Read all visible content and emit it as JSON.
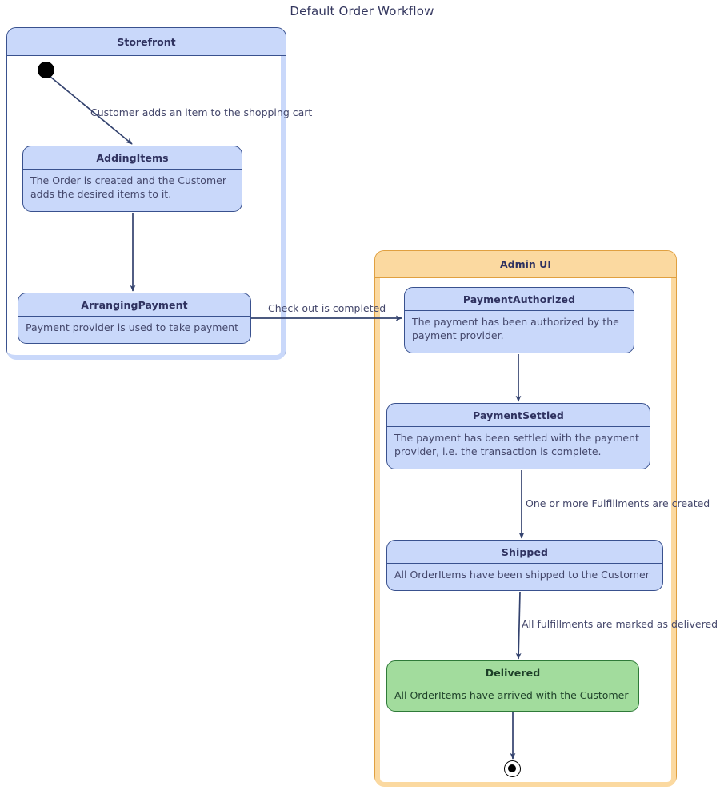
{
  "diagram": {
    "title": "Default Order Workflow",
    "type": "uml-state-machine"
  },
  "colors": {
    "storefront_header": "#c9d8fa",
    "storefront_border": "#39518e",
    "adminui_header": "#fbd9a0",
    "adminui_border": "#e0a040",
    "state_fill": "#c9d8fa",
    "state_border": "#39518e",
    "state_final_fill": "#a2dc9d",
    "state_final_border": "#2f7a39",
    "edge": "#33426e",
    "text": "#44476b",
    "title_text": "#33365e"
  },
  "containers": [
    {
      "id": "storefront",
      "label": "Storefront",
      "states": [
        "addingitems",
        "arrangingpayment"
      ]
    },
    {
      "id": "adminui",
      "label": "Admin UI",
      "states": [
        "paymentauthorized",
        "paymentsettled",
        "shipped",
        "delivered"
      ]
    }
  ],
  "states": {
    "addingitems": {
      "name": "AddingItems",
      "description": "The Order is created and the Customer adds the desired items to it.",
      "status": "normal"
    },
    "arrangingpayment": {
      "name": "ArrangingPayment",
      "description": "Payment provider is used to take payment",
      "status": "normal"
    },
    "paymentauthorized": {
      "name": "PaymentAuthorized",
      "description": "The payment has been authorized by the payment provider.",
      "status": "normal"
    },
    "paymentsettled": {
      "name": "PaymentSettled",
      "description": "The payment has been settled with the payment provider, i.e. the transaction is complete.",
      "status": "normal"
    },
    "shipped": {
      "name": "Shipped",
      "description": "All OrderItems have been shipped to the Customer",
      "status": "normal"
    },
    "delivered": {
      "name": "Delivered",
      "description": "All OrderItems have arrived with the Customer",
      "status": "final"
    }
  },
  "transitions": [
    {
      "id": "start-to-addingitems",
      "from": "start",
      "to": "addingitems",
      "label": "Customer adds an item to the shopping cart"
    },
    {
      "id": "addingitems-to-arrangingpayment",
      "from": "addingitems",
      "to": "arrangingpayment",
      "label": ""
    },
    {
      "id": "arrangingpayment-to-paymentauthorized",
      "from": "arrangingpayment",
      "to": "paymentauthorized",
      "label": "Check out is completed"
    },
    {
      "id": "paymentauthorized-to-paymentsettled",
      "from": "paymentauthorized",
      "to": "paymentsettled",
      "label": ""
    },
    {
      "id": "paymentsettled-to-shipped",
      "from": "paymentsettled",
      "to": "shipped",
      "label": "One or more Fulfillments are created"
    },
    {
      "id": "shipped-to-delivered",
      "from": "shipped",
      "to": "delivered",
      "label": "All fulfillments are marked as delivered"
    },
    {
      "id": "delivered-to-final",
      "from": "delivered",
      "to": "final",
      "label": ""
    }
  ],
  "nodes": {
    "start": {
      "kind": "initial-state"
    },
    "final": {
      "kind": "final-state"
    }
  }
}
